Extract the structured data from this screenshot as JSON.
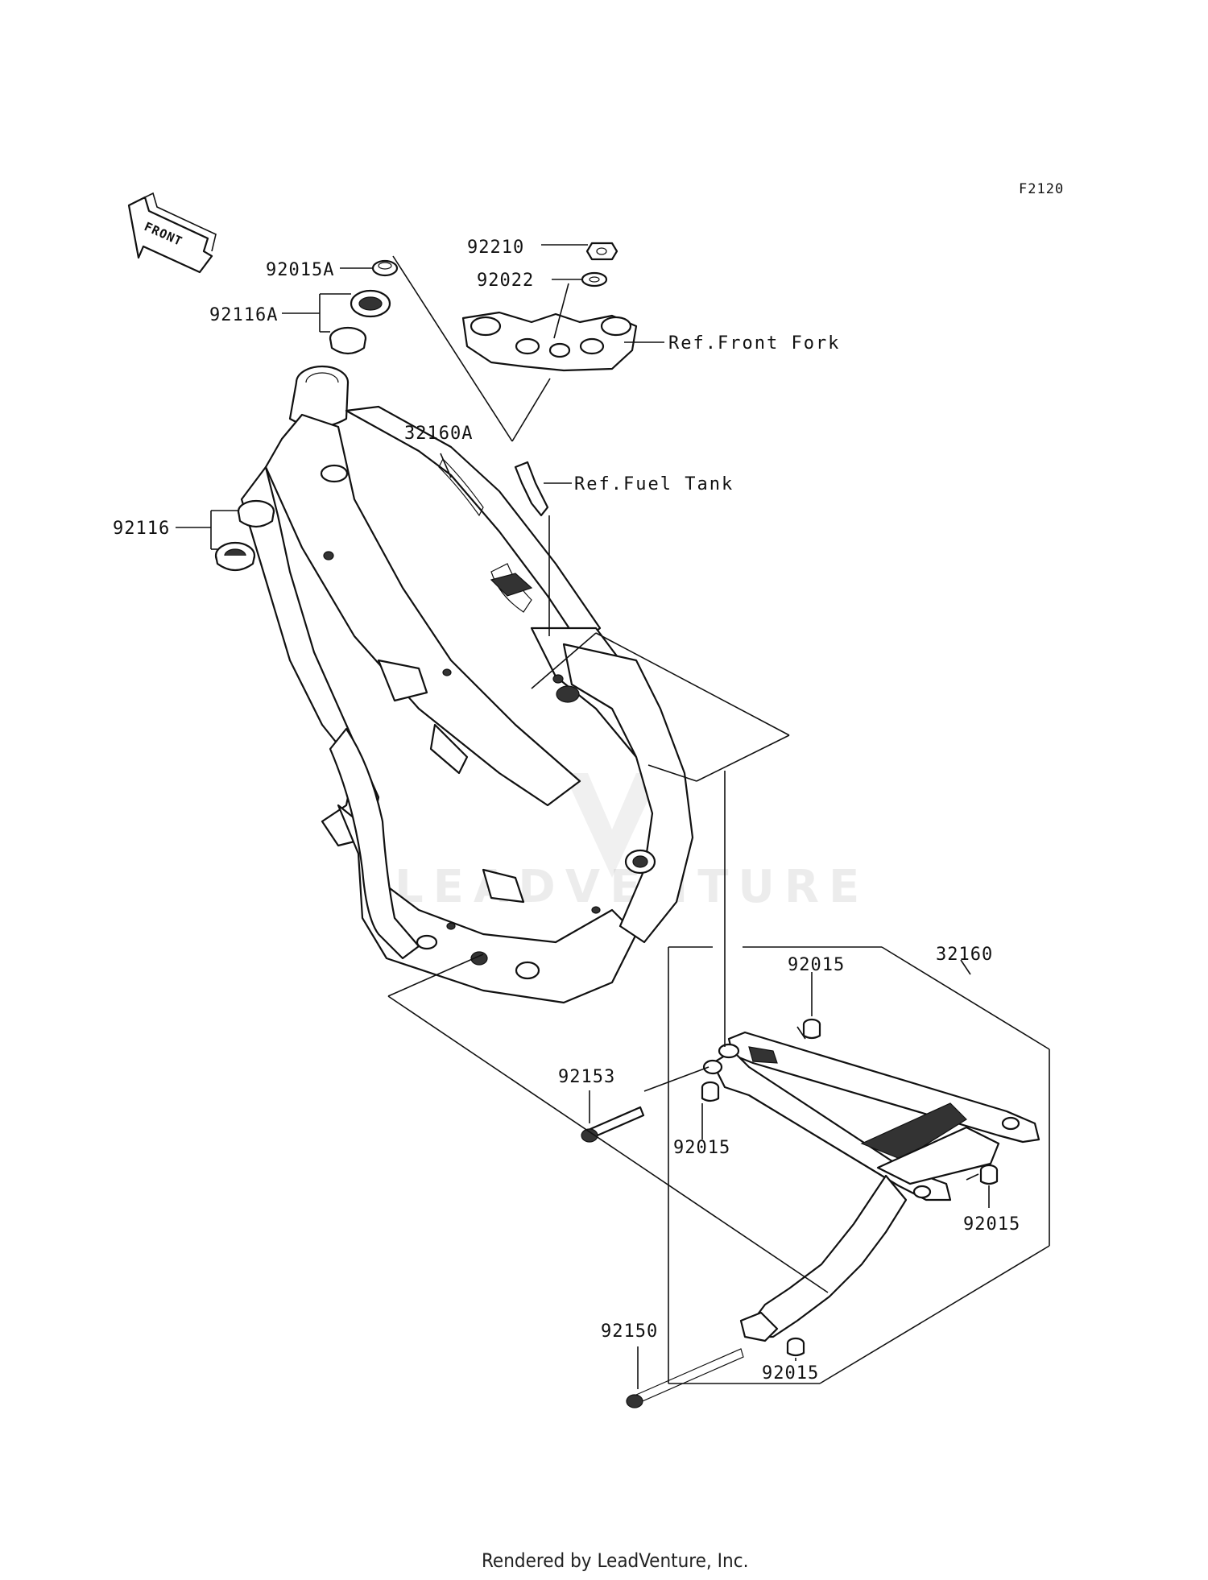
{
  "diagram_code": "F2120",
  "front_arrow_label": "FRONT",
  "callouts": {
    "p92210": "92210",
    "p92022": "92022",
    "p92015A": "92015A",
    "p92116A": "92116A",
    "p32160A": "32160A",
    "p92116": "92116",
    "p32160": "32160",
    "p92015_top": "92015",
    "p92153": "92153",
    "p92015_mid": "92015",
    "p92015_right": "92015",
    "p92150": "92150",
    "p92015_bottom": "92015"
  },
  "references": {
    "front_fork": "Ref.Front Fork",
    "fuel_tank": "Ref.Fuel Tank"
  },
  "watermark": "LEADVENTURE",
  "footer": "Rendered by LeadVenture, Inc."
}
